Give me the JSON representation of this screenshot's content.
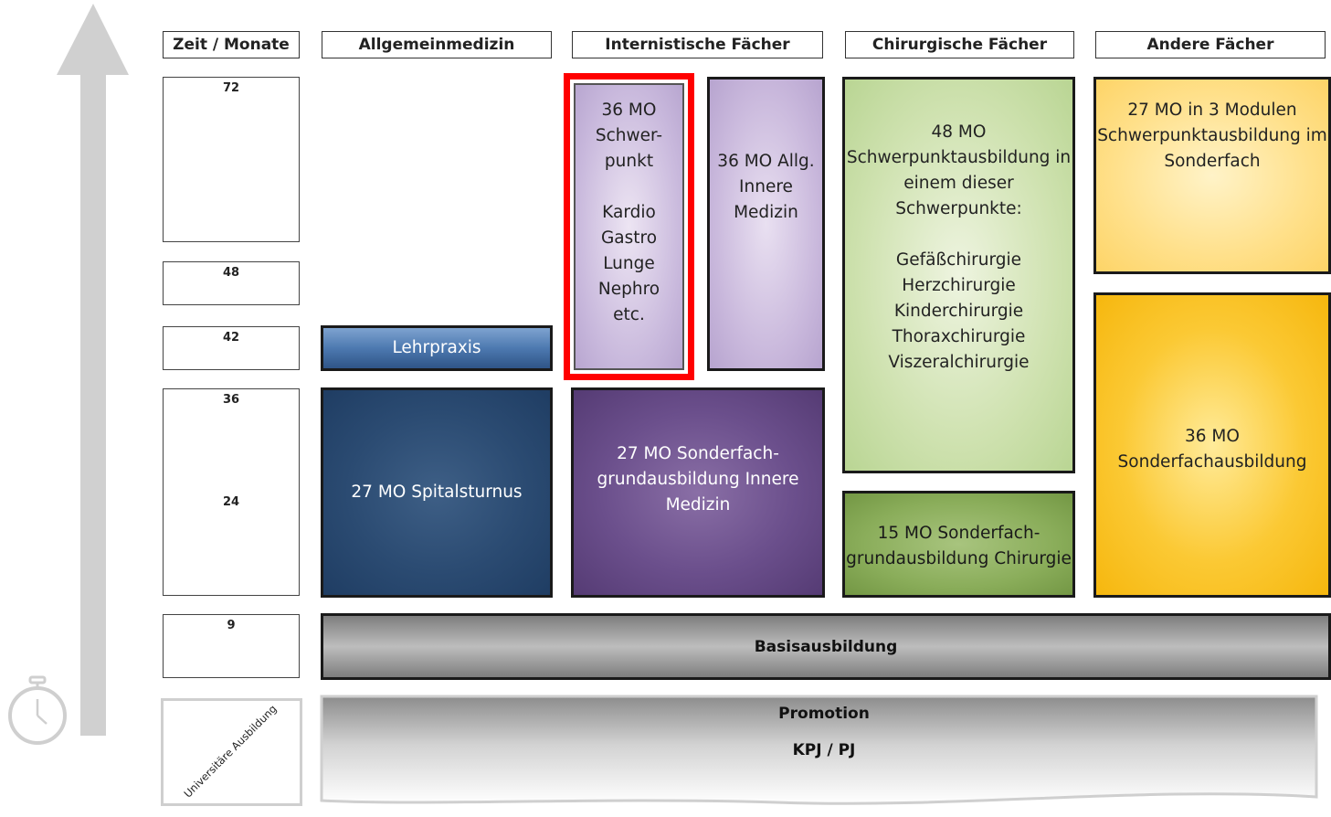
{
  "headers": {
    "zeit": "Zeit / Monate",
    "allgemein": "Allgemeinmedizin",
    "intern": "Internistische Fächer",
    "chirurg": "Chirurgische Fächer",
    "andere": "Andere Fächer"
  },
  "time": {
    "t72": "72",
    "t48": "48",
    "t42": "42",
    "t36": "36",
    "t24": "24",
    "t9": "9"
  },
  "uni_label": "Universitäre Ausbildung",
  "blocks": {
    "lehrpraxis": "Lehrpraxis",
    "spitalsturnus": "27 MO Spitalsturnus",
    "schwerpunkt_intern": "36 MO\nSchwer-\npunkt\n\nKardio\nGastro\nLunge\nNephro\netc.",
    "allg_innere": "36 MO Allg.\nInnere\nMedizin",
    "sonderfach_innere": "27 MO Sonderfach-\ngrundausbildung Innere\nMedizin",
    "schwerpunkt_chir": "48 MO\nSchwerpunktausbildung in\neinem dieser\nSchwerpunkte:\n\nGefäßchirurgie\nHerzchirurgie\nKinderchirurgie\nThoraxchirurgie\nViszeralchirurgie",
    "sonderfach_chir": "15 MO Sonderfach-\ngrundausbildung Chirurgie",
    "module_andere": "27 MO in 3 Modulen\nSchwerpunktausbildung im\nSonderfach",
    "sonderfach_andere": "36 MO\nSonderfachausbildung",
    "basis": "Basisausbildung",
    "promotion": "Promotion",
    "kpj": "KPJ / PJ"
  }
}
